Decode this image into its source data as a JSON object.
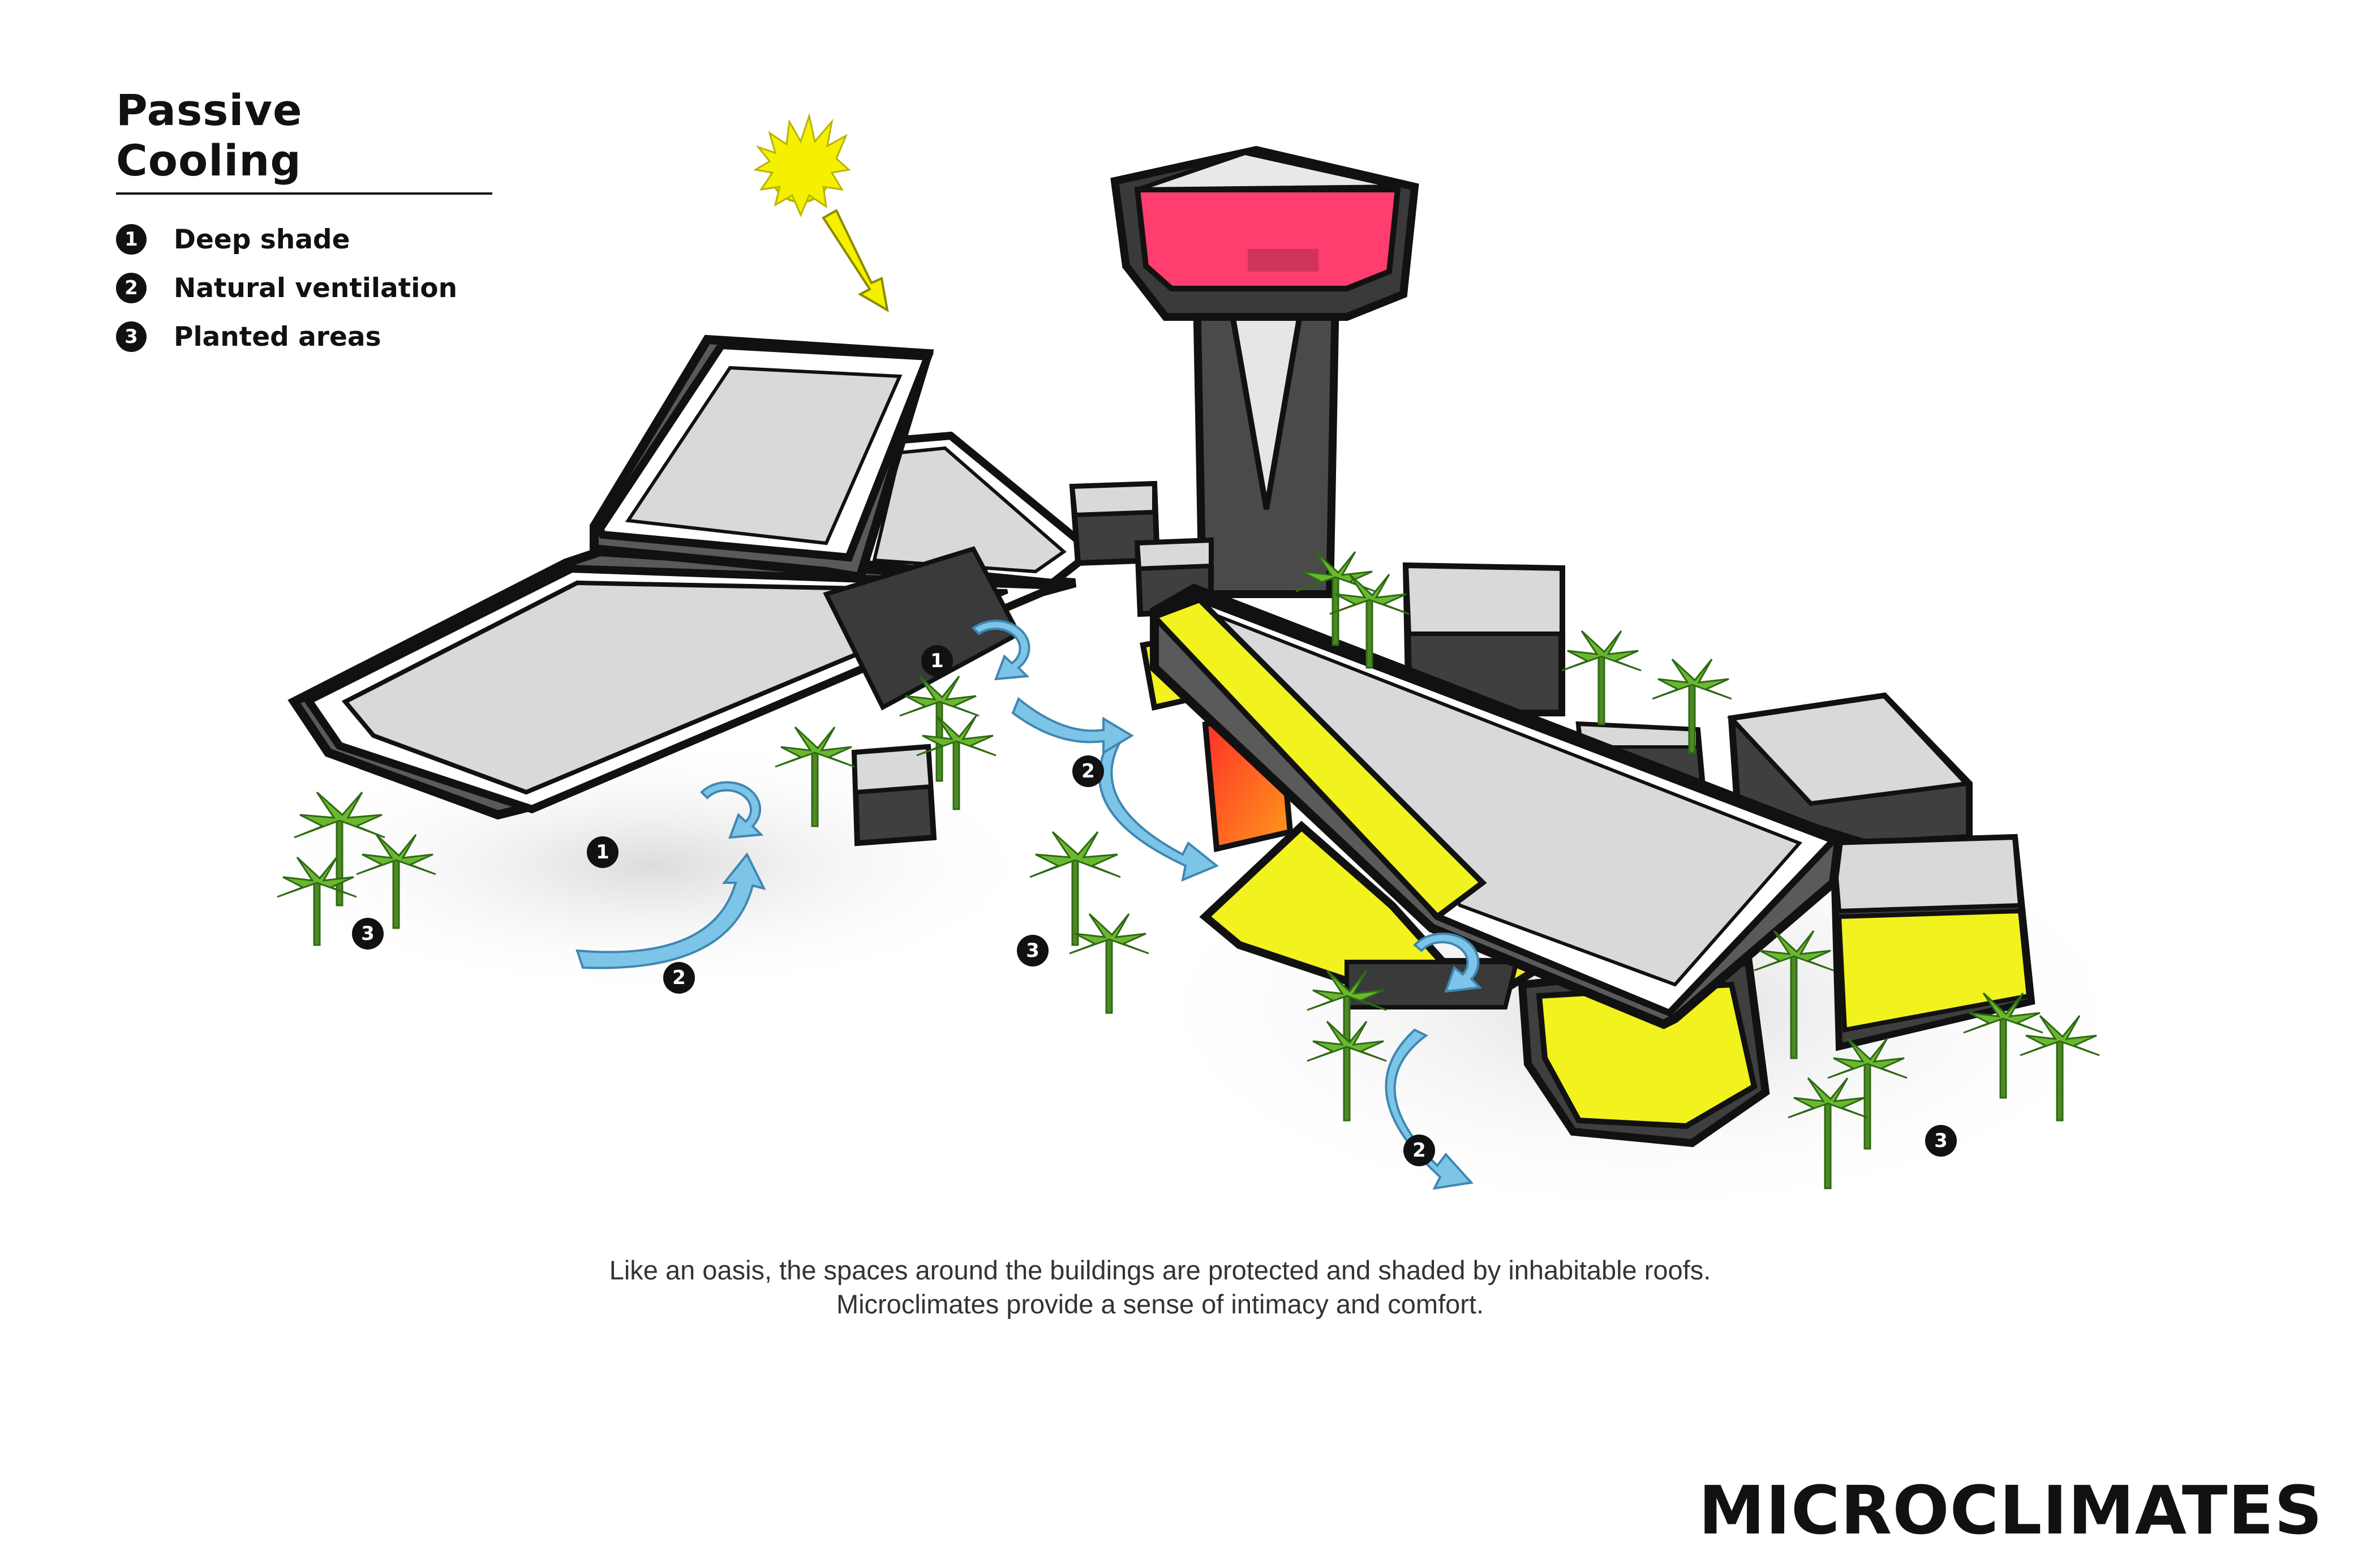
{
  "legend": {
    "title": "Passive Cooling",
    "items": [
      {
        "number": "1",
        "label": "Deep shade"
      },
      {
        "number": "2",
        "label": "Natural ventilation"
      },
      {
        "number": "3",
        "label": "Planted areas"
      }
    ]
  },
  "markers": {
    "deep_shade": "1",
    "natural_ventilation": "2",
    "planted_areas": "3"
  },
  "caption": {
    "line1": "Like an oasis, the spaces around the buildings are protected and shaded by inhabitable roofs.",
    "line2": "Microclimates provide a sense of intimacy and comfort."
  },
  "title": "MICROCLIMATES",
  "colors": {
    "outline": "#111111",
    "roof": "#d9d9d9",
    "wall": "#5a5a5a",
    "yellow_interior": "#f2f21e",
    "pink_interior": "#ff3d6e",
    "airflow": "#7cc4e8",
    "sun": "#f4f000",
    "palm": "#6ab82f"
  }
}
